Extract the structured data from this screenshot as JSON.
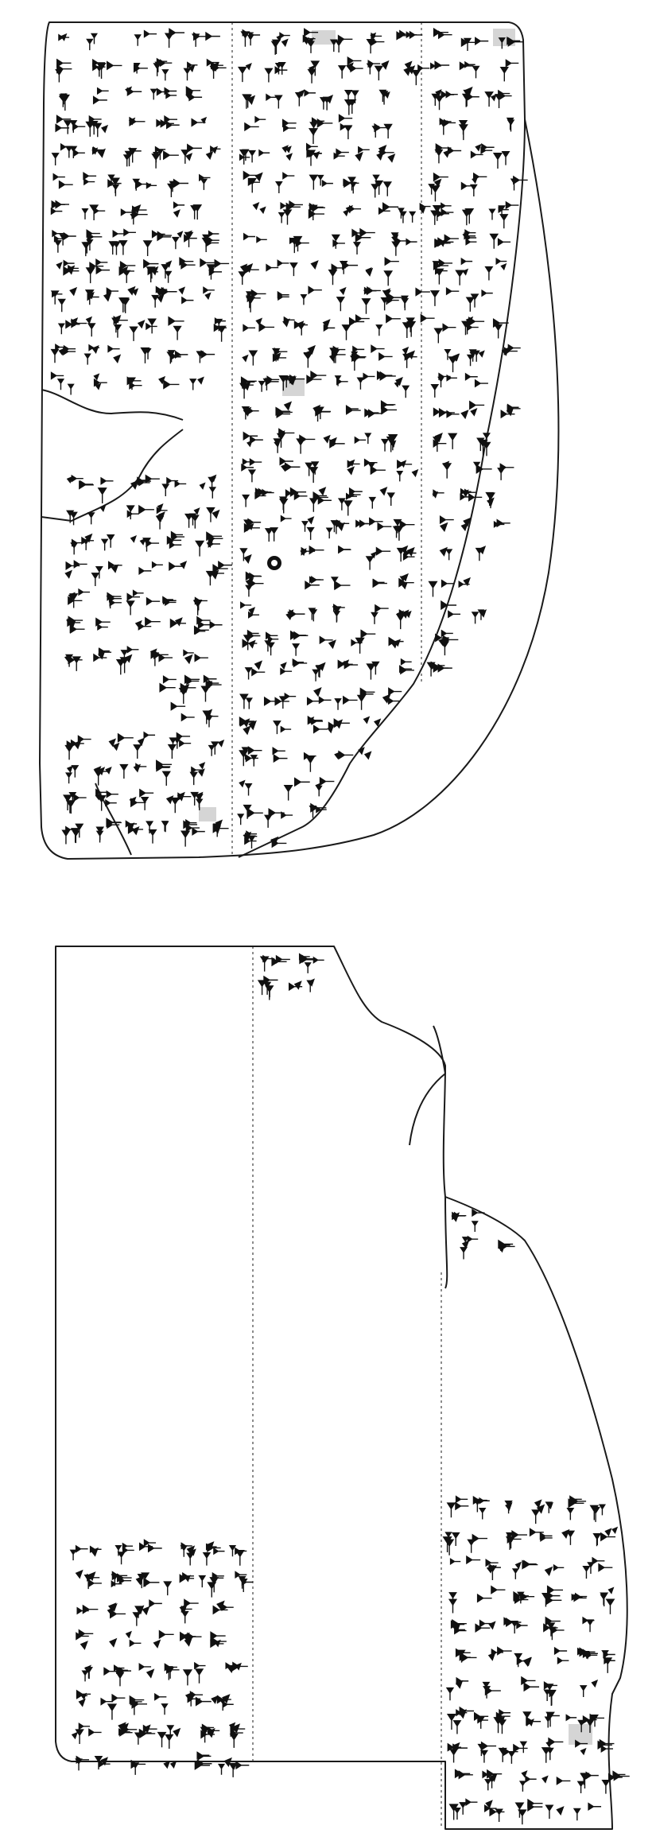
{
  "figure": {
    "kind": "cuneiform tablet hand-copy",
    "faces": [
      {
        "id": "obverse",
        "columns": 3,
        "hole_marker": true
      },
      {
        "id": "reverse",
        "columns": 3
      }
    ],
    "ink_color": "#111111",
    "background_color": "#ffffff"
  }
}
